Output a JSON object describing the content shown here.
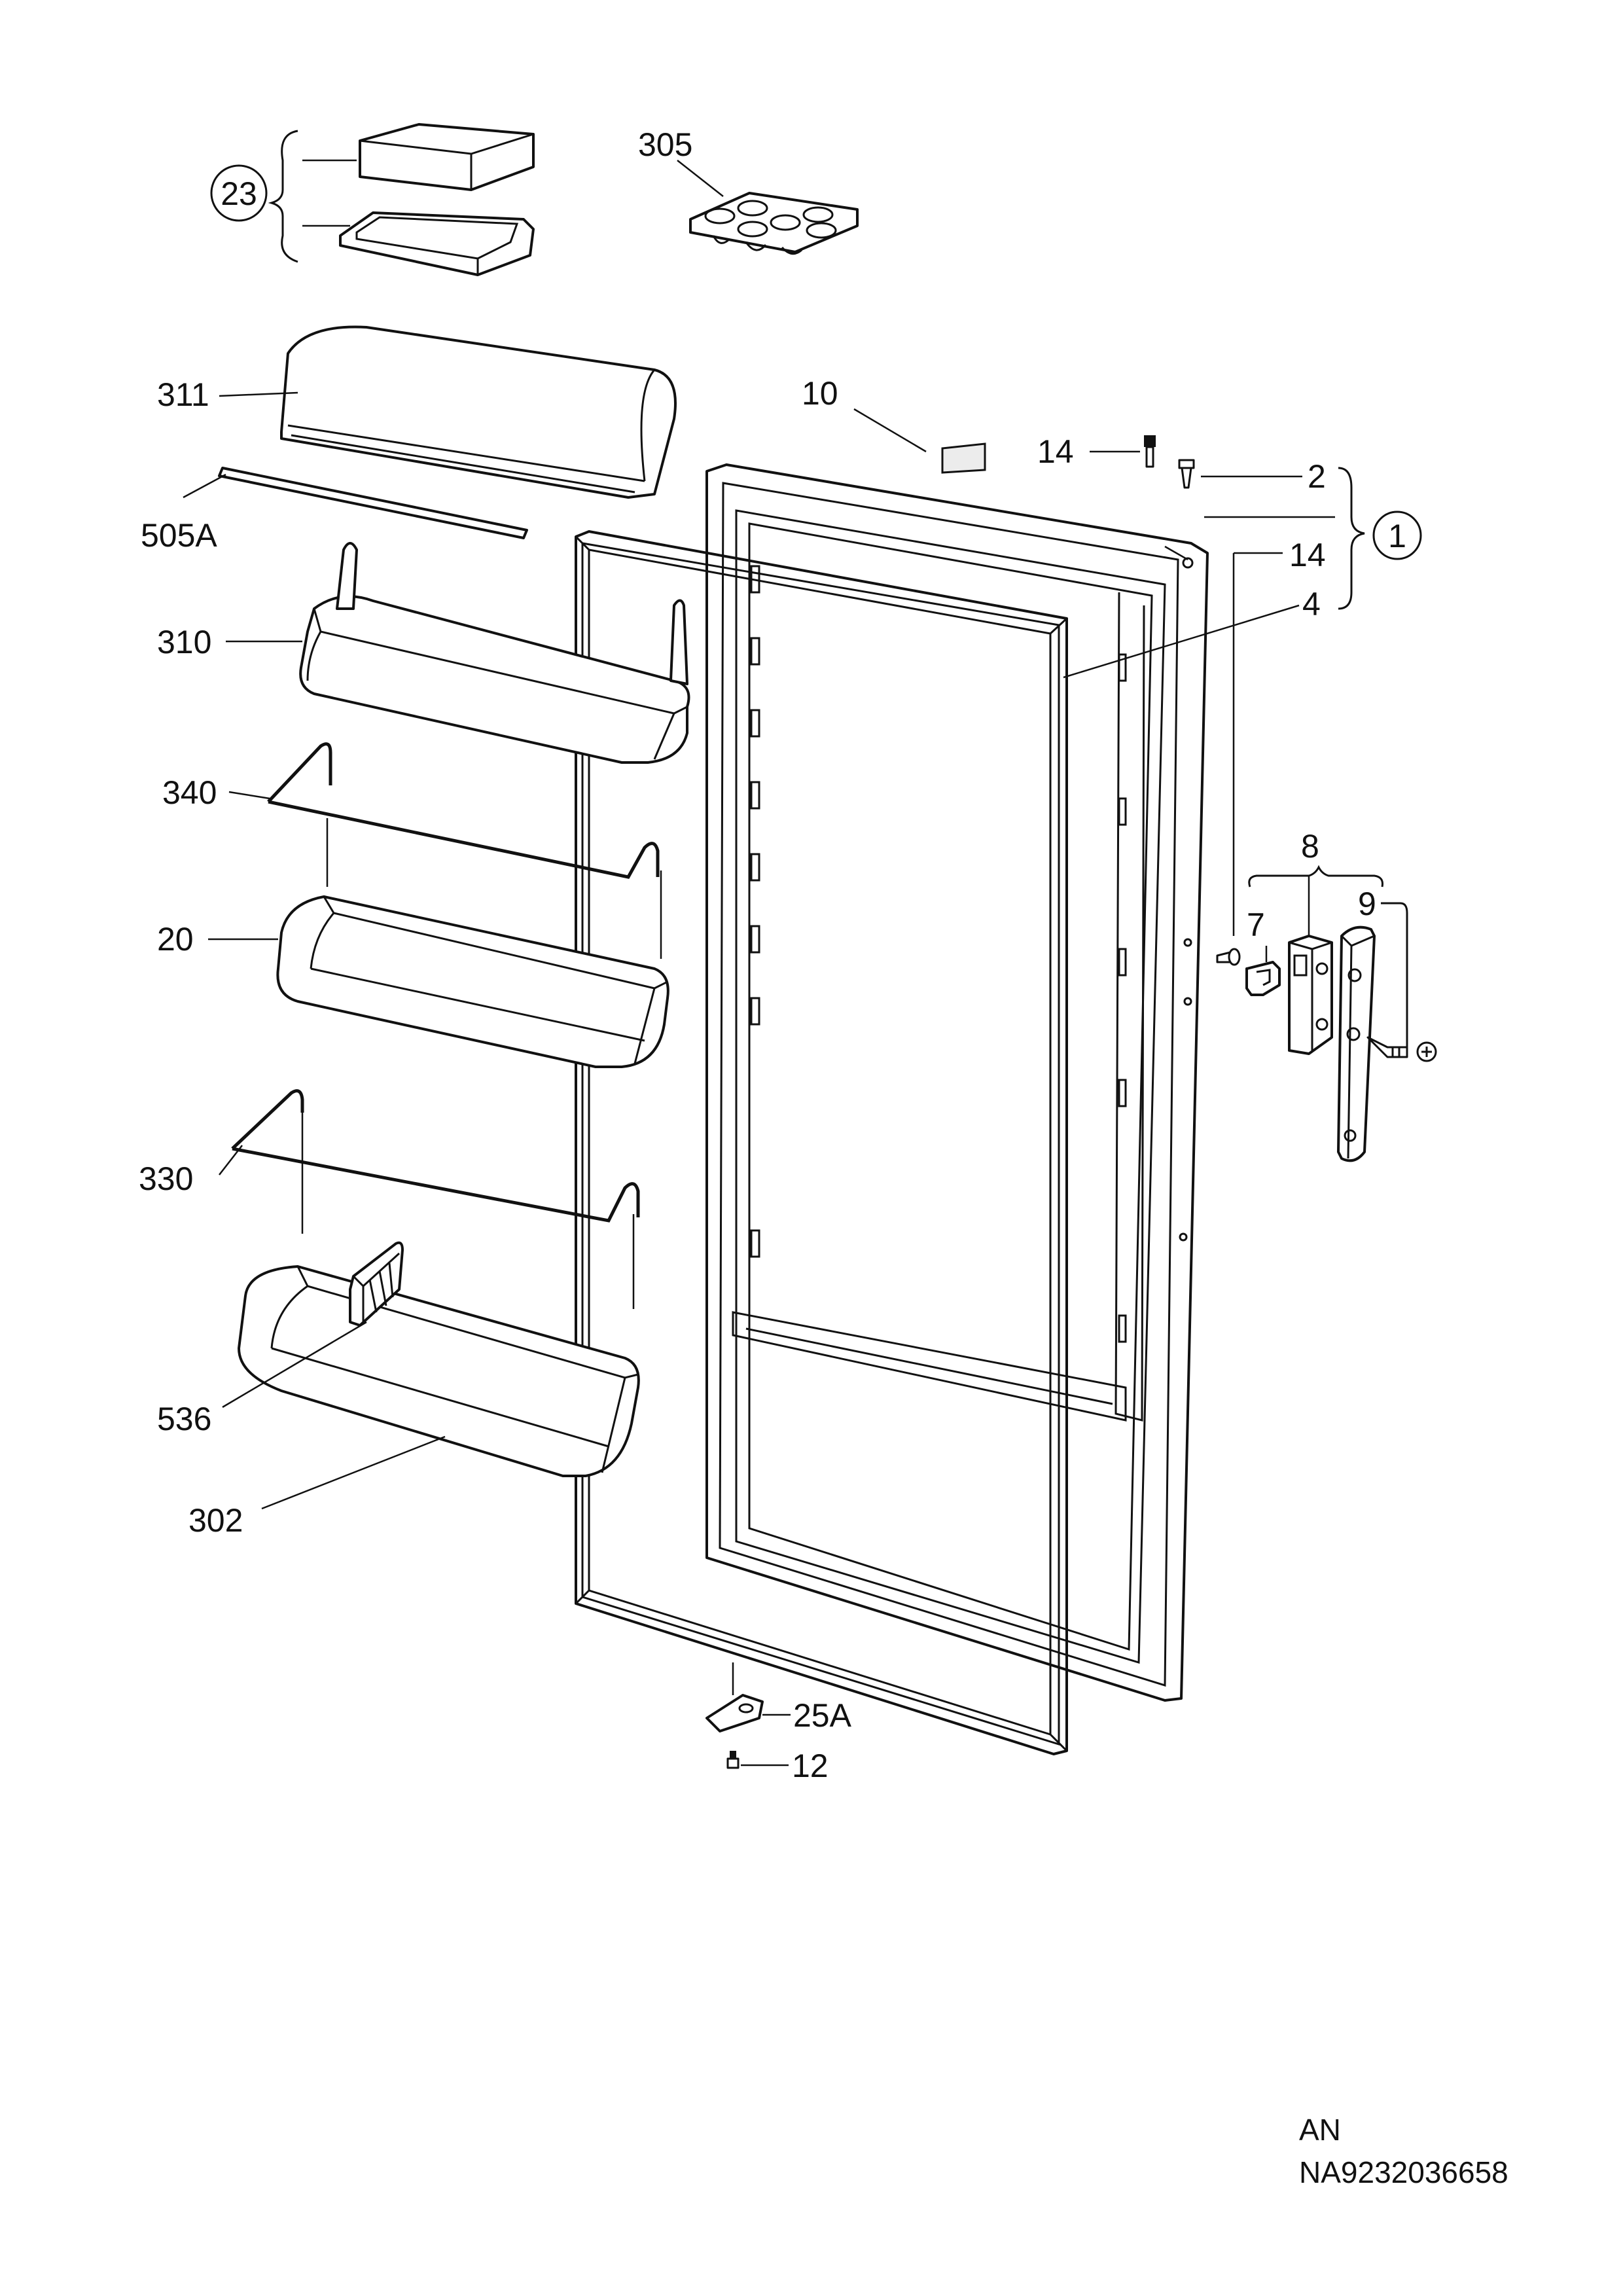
{
  "diagram": {
    "labels": {
      "l23": "23",
      "l305": "305",
      "l311": "311",
      "l10": "10",
      "l14a": "14",
      "l2": "2",
      "l505a": "505A",
      "l1": "1",
      "l14b": "14",
      "l310": "310",
      "l4": "4",
      "l340": "340",
      "l8": "8",
      "l7": "7",
      "l9": "9",
      "l20": "20",
      "l330": "330",
      "l536": "536",
      "l302": "302",
      "l25a": "25A",
      "l12": "12"
    },
    "footer": {
      "line1": "AN",
      "line2": "NA9232036658"
    }
  }
}
